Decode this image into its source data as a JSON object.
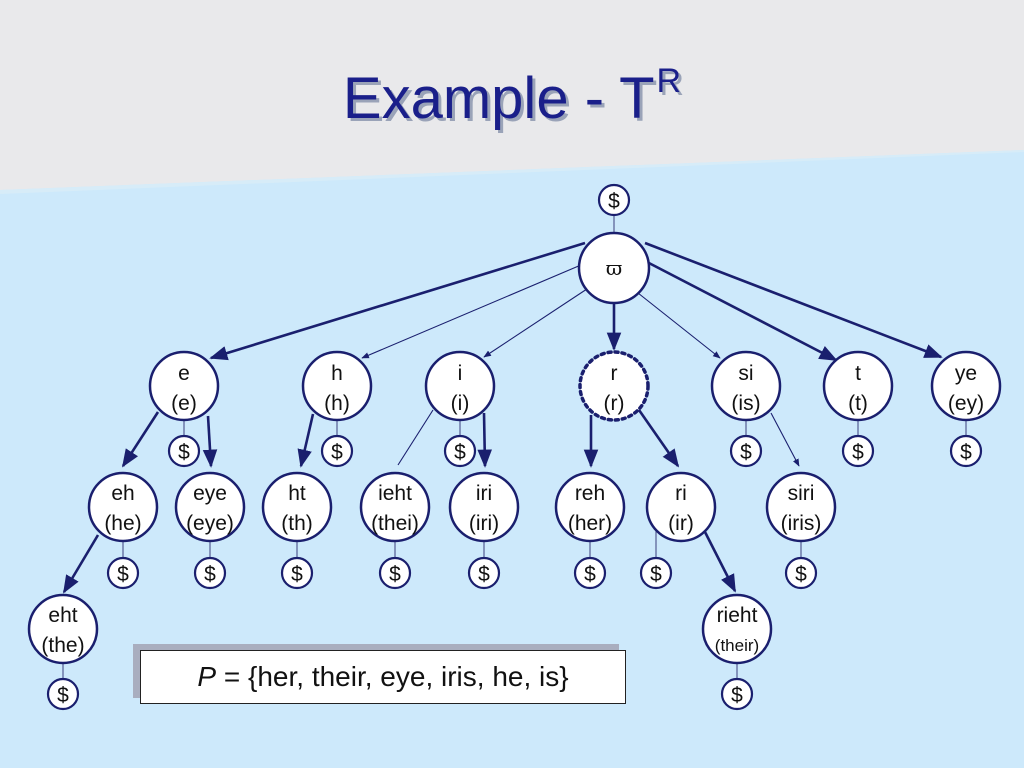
{
  "slide": {
    "title": "Example - T",
    "title_sup": "R"
  },
  "pattern_set": {
    "var": "P",
    "text": " = {her, their, eye, iris, he, is}"
  },
  "tree": {
    "root": {
      "label": "ϖ",
      "dollar": "$"
    },
    "nodes": [
      {
        "id": "e",
        "line1": "e",
        "line2": "(e)"
      },
      {
        "id": "h",
        "line1": "h",
        "line2": "(h)"
      },
      {
        "id": "i",
        "line1": "i",
        "line2": "(i)"
      },
      {
        "id": "r",
        "line1": "r",
        "line2": "(r)"
      },
      {
        "id": "si",
        "line1": "si",
        "line2": "(is)"
      },
      {
        "id": "t",
        "line1": "t",
        "line2": "(t)"
      },
      {
        "id": "ye",
        "line1": "ye",
        "line2": "(ey)"
      },
      {
        "id": "eh",
        "line1": "eh",
        "line2": "(he)"
      },
      {
        "id": "eye",
        "line1": "eye",
        "line2": "(eye)"
      },
      {
        "id": "ht",
        "line1": "ht",
        "line2": "(th)"
      },
      {
        "id": "ieht",
        "line1": "ieht",
        "line2": "(thei)"
      },
      {
        "id": "iri",
        "line1": "iri",
        "line2": "(iri)"
      },
      {
        "id": "reh",
        "line1": "reh",
        "line2": "(her)"
      },
      {
        "id": "ri",
        "line1": "ri",
        "line2": "(ir)"
      },
      {
        "id": "siri",
        "line1": "siri",
        "line2": "(iris)"
      },
      {
        "id": "eht",
        "line1": "eht",
        "line2": "(the)"
      },
      {
        "id": "rieht",
        "line1": "rieht",
        "line2": "(their)"
      }
    ],
    "dollar_label": "$"
  }
}
